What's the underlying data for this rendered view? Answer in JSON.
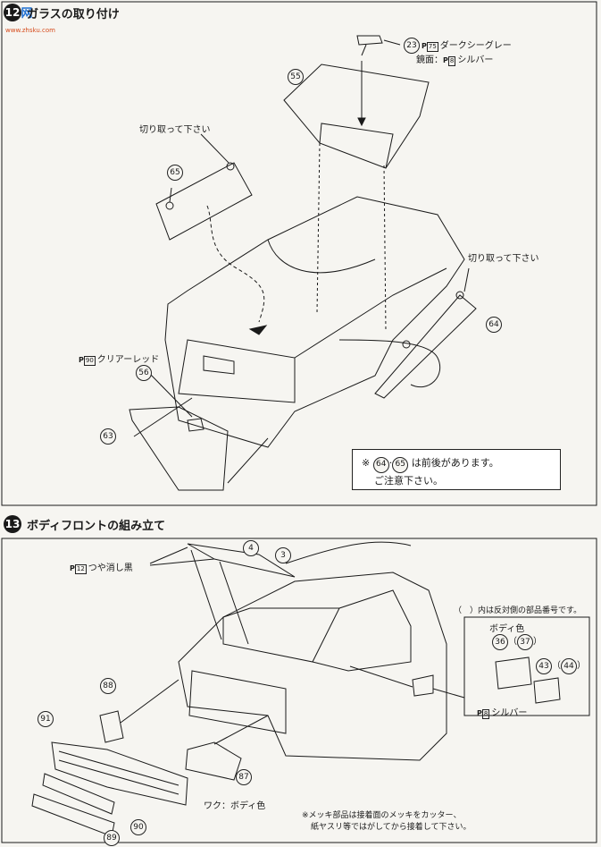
{
  "watermark": {
    "brand": "当 网",
    "url": "www.zhsku.com"
  },
  "step12": {
    "number": "12",
    "title": "ガラスの取り付け",
    "labels": {
      "part23": "23",
      "part23_color_code": "75",
      "part23_color": "ダークシーグレー",
      "part23_mirror_prefix": "鏡面：",
      "part23_mirror_code": "8",
      "part23_mirror_color": "シルバー",
      "part55": "55",
      "cutoff_left": "切り取って下さい",
      "part65": "65",
      "cutoff_right": "切り取って下さい",
      "part64": "64",
      "part56_color_code": "90",
      "part56_color": "クリアーレッド",
      "part56": "56",
      "part63": "63"
    },
    "note": {
      "line1_prefix": "※",
      "line1_a": "64",
      "line1_b": "65",
      "line1_suffix": "は前後があります。",
      "line2": "ご注意下さい。"
    }
  },
  "step13": {
    "number": "13",
    "title": "ボディフロントの組み立て",
    "labels": {
      "part4": "4",
      "part3": "3",
      "matte_code": "12",
      "matte_color": "つや消し黒",
      "opposite_note": "（　）内は反対側の部品番号です。",
      "body_color": "ボディ色",
      "part36": "36",
      "part37": "37",
      "part43": "43",
      "part44": "44",
      "silver_code": "8",
      "silver_color": "シルバー",
      "part88": "88",
      "part91": "91",
      "part87": "87",
      "frame_body": "ワク：ボディ色",
      "part90": "90",
      "part89": "89"
    },
    "bottom_note": {
      "line1": "※メッキ部品は接着面のメッキをカッター、",
      "line2": "紙ヤスリ等ではがしてから接着して下さい。"
    }
  },
  "colors": {
    "ink": "#1a1a1a",
    "paper": "#f6f5f1",
    "watermark_blue": "#1f6fd1",
    "watermark_red": "#d64b1c"
  }
}
